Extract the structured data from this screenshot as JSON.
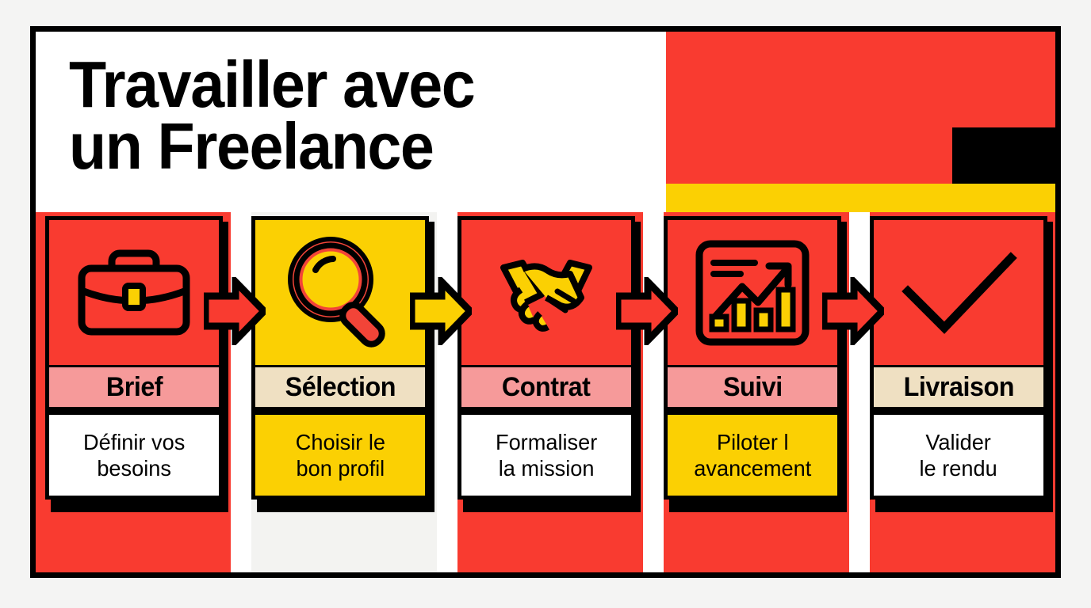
{
  "page": {
    "background_color": "#f4f4f3",
    "frame_border_color": "#000000"
  },
  "header": {
    "title": "Travailler avec\nun Freelance",
    "red_block_color": "#f93b30",
    "yellow_bar_color": "#fbd003",
    "black_block_color": "#000000"
  },
  "palette": {
    "red": "#f93b30",
    "yellow": "#fbd003",
    "pink": "#f69a9a",
    "beige": "#efe0c2",
    "white": "#ffffff",
    "black": "#000000",
    "offwhite": "#f3f3f1"
  },
  "steps": [
    {
      "index": "1",
      "label": "Brief",
      "description": "Définir vos\nbesoins",
      "icon": "briefcase-icon",
      "icon_panel_color": "#f93b30",
      "label_band_color": "#f69a9a",
      "desc_box_color": "#ffffff",
      "column_color": "#f93b30"
    },
    {
      "index": "2",
      "label": "Sélection",
      "description": "Choisir le\nbon profil",
      "icon": "magnifier-icon",
      "icon_panel_color": "#fbd003",
      "label_band_color": "#efe0c2",
      "desc_box_color": "#fbd003",
      "column_color": "#f3f3f1"
    },
    {
      "index": "3",
      "label": "Contrat",
      "description": "Formaliser\nla mission",
      "icon": "handshake-icon",
      "icon_panel_color": "#f93b30",
      "label_band_color": "#f69a9a",
      "desc_box_color": "#ffffff",
      "column_color": "#f93b30"
    },
    {
      "index": "4",
      "label": "Suivi",
      "description": "Piloter l\navancement",
      "icon": "growth-chart-icon",
      "icon_panel_color": "#f93b30",
      "label_band_color": "#f69a9a",
      "desc_box_color": "#fbd003",
      "column_color": "#f93b30"
    },
    {
      "index": "5",
      "label": "Livraison",
      "description": "Valider\nle rendu",
      "icon": "checkmark-icon",
      "icon_panel_color": "#f93b30",
      "label_band_color": "#efe0c2",
      "desc_box_color": "#ffffff",
      "column_color": "#f93b30"
    }
  ],
  "arrows": [
    {
      "name": "arrow-1",
      "color": "#f93b30"
    },
    {
      "name": "arrow-2",
      "color": "#fbd003"
    },
    {
      "name": "arrow-3",
      "color": "#f93b30"
    },
    {
      "name": "arrow-4",
      "color": "#f93b30"
    }
  ]
}
